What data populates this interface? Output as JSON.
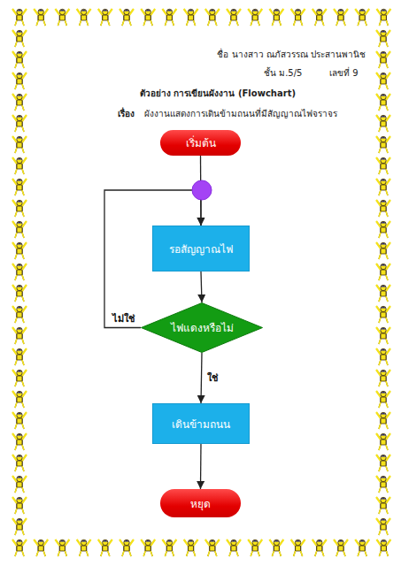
{
  "diagram": {
    "title": "ตัวอย่าง การเขียนผังงาน (Flowchart)",
    "nodes": [
      {
        "text": [
          "เริ่มต้น"
        ]
      },
      {
        "text": [
          "รอสัญญาณไฟ"
        ]
      },
      {
        "text": [
          "ไฟแดงหรือไม่"
        ]
      },
      {
        "text": [
          "เดินข้ามถนน"
        ]
      },
      {
        "text": [
          "หยุด"
        ]
      }
    ],
    "edges": [
      {
        "from": 0,
        "to": 1,
        "arrow": "to"
      },
      {
        "from": 1,
        "to": 2,
        "arrow": "to"
      },
      {
        "from": 2,
        "to": 1,
        "label": "ไม่ใช่",
        "arrow": "to"
      },
      {
        "from": 2,
        "to": 3,
        "label": "ใช่",
        "arrow": "to"
      },
      {
        "from": 3,
        "to": 4,
        "arrow": "to"
      }
    ],
    "labels": [
      "ชื่อ นางสาว ณภัสวรรณ ประสานพานิช",
      "ชั้น ม.5/5",
      "เลขที่ 9",
      "เรื่อง",
      "ผังงานแสดงการเดินข้ามถนนที่มีสัญญาณไฟจราจร"
    ]
  }
}
